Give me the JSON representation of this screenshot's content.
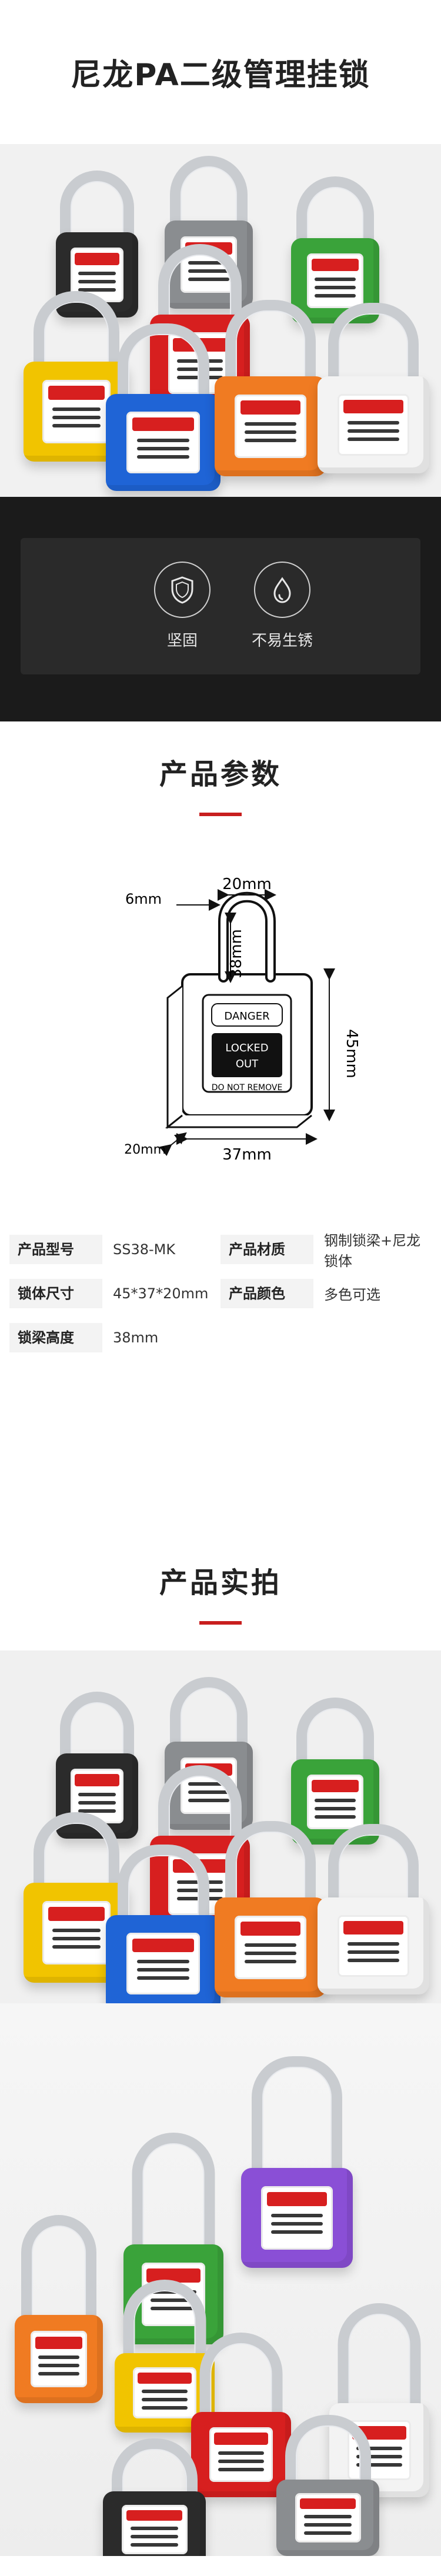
{
  "header": {
    "title": "尼龙PA二级管理挂锁"
  },
  "features": [
    {
      "icon": "shield-icon",
      "label": "坚固"
    },
    {
      "icon": "water-drop-icon",
      "label": "不易生锈"
    }
  ],
  "params": {
    "title": "产品参数",
    "diagram": {
      "dim_shackle_gap": "20mm",
      "dim_shackle_thickness": "6mm",
      "dim_shackle_height": "38mm",
      "dim_body_height": "45mm",
      "dim_body_width": "37mm",
      "dim_body_depth": "20mm",
      "label_danger": "DANGER",
      "label_locked": "LOCKED",
      "label_out": "OUT",
      "label_do_not_remove": "DO NOT REMOVE"
    },
    "spec": [
      [
        {
          "k": "产品型号",
          "v": "SS38-MK"
        },
        {
          "k": "产品材质",
          "v": "钢制锁梁+尼龙锁体"
        }
      ],
      [
        {
          "k": "锁体尺寸",
          "v": "45*37*20mm"
        },
        {
          "k": "产品颜色",
          "v": "多色可选"
        }
      ],
      [
        {
          "k": "锁梁高度",
          "v": "38mm"
        },
        {
          "k": "",
          "v": ""
        }
      ]
    ]
  },
  "shots": {
    "title": "产品实拍"
  },
  "colors": {
    "red": "#d71f1f",
    "black": "#2b2b2b",
    "grey": "#8a8d90",
    "green": "#3aa33a",
    "yellow": "#f1c400",
    "blue": "#1f64d6",
    "orange": "#f07b22",
    "white": "#f3f3f3",
    "purple": "#8a4fd6"
  }
}
